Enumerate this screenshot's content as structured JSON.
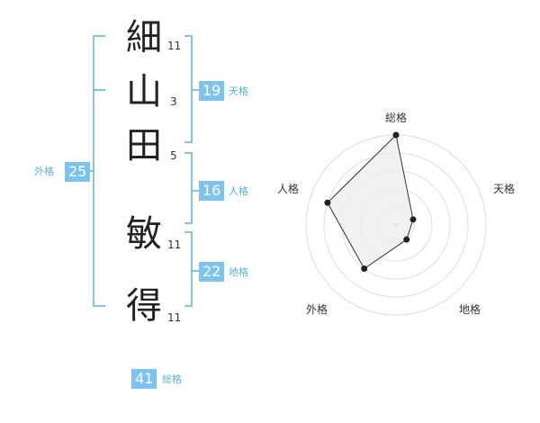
{
  "name_chars": [
    {
      "char": "細",
      "strokes": "11"
    },
    {
      "char": "山",
      "strokes": "3"
    },
    {
      "char": "田",
      "strokes": "5"
    },
    {
      "char": "敏",
      "strokes": "11"
    },
    {
      "char": "得",
      "strokes": "11"
    }
  ],
  "fortune": {
    "tenkaku": {
      "value": "19",
      "label": "天格"
    },
    "jinkaku": {
      "value": "16",
      "label": "人格"
    },
    "chikaku": {
      "value": "22",
      "label": "地格"
    },
    "gaikaku": {
      "value": "25",
      "label": "外格"
    },
    "soukaku": {
      "value": "41",
      "label": "総格"
    }
  },
  "chart_data": {
    "type": "radar",
    "axes": [
      "総格",
      "天格",
      "地格",
      "外格",
      "人格"
    ],
    "values": [
      5,
      1,
      1,
      3,
      4
    ],
    "max": 5,
    "rings": 5,
    "colors": {
      "fill": "#eeeeee",
      "stroke": "#333333",
      "grid": "#dddddd",
      "point": "#222222"
    }
  },
  "colors": {
    "accent": "#7cc4ee",
    "bracket": "#5bb0e0"
  }
}
